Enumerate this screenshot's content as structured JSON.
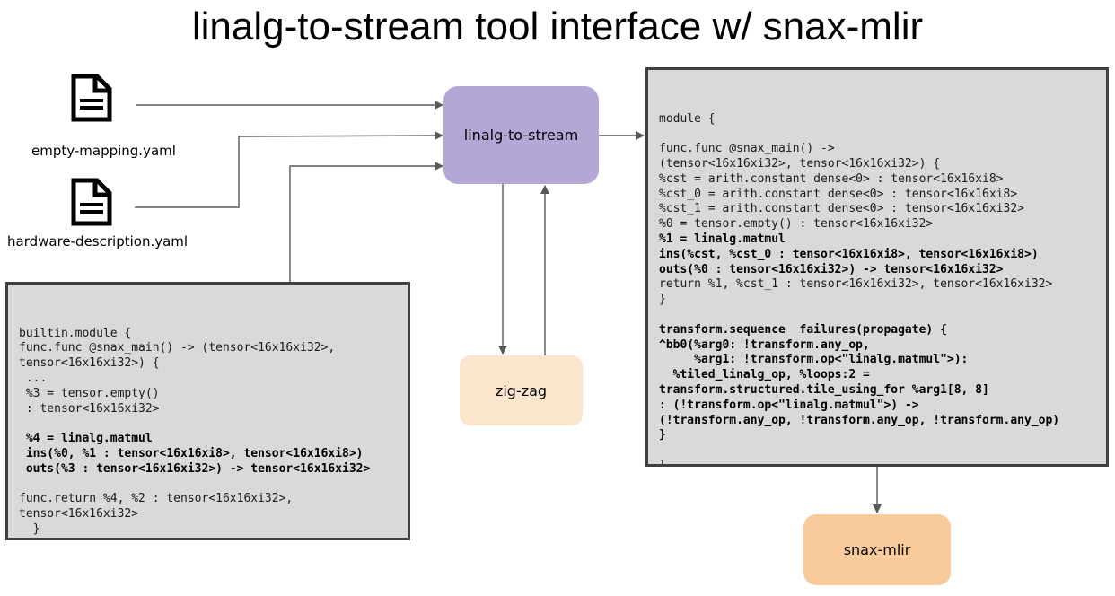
{
  "title": "linalg-to-stream tool interface w/ snax-mlir",
  "files": {
    "mapping": "empty-mapping.yaml",
    "hardware": "hardware-description.yaml",
    "icon": "document-icon"
  },
  "nodes": {
    "linalg_to_stream": {
      "label": "linalg-to-stream",
      "color": "#b4a7d6"
    },
    "zig_zag": {
      "label": "zig-zag",
      "color": "#fce5cd"
    },
    "snax_mlir": {
      "label": "snax-mlir",
      "color": "#f9cb9c"
    }
  },
  "input_code": {
    "lines": [
      {
        "text": "builtin.module {",
        "bold": false
      },
      {
        "text": "func.func @snax_main() -> (tensor<16x16xi32>,",
        "bold": false
      },
      {
        "text": "tensor<16x16xi32>) {",
        "bold": false
      },
      {
        "text": " ...",
        "bold": false
      },
      {
        "text": " %3 = tensor.empty()",
        "bold": false
      },
      {
        "text": " : tensor<16x16xi32>",
        "bold": false
      },
      {
        "text": "",
        "bold": false
      },
      {
        "text": " %4 = linalg.matmul",
        "bold": true
      },
      {
        "text": " ins(%0, %1 : tensor<16x16xi8>, tensor<16x16xi8>)",
        "bold": true
      },
      {
        "text": " outs(%3 : tensor<16x16xi32>) -> tensor<16x16xi32>",
        "bold": true
      },
      {
        "text": "",
        "bold": false
      },
      {
        "text": "func.return %4, %2 : tensor<16x16xi32>,",
        "bold": false
      },
      {
        "text": "tensor<16x16xi32>",
        "bold": false
      },
      {
        "text": "  }",
        "bold": false
      },
      {
        "text": "}",
        "bold": false
      }
    ]
  },
  "output_code": {
    "lines": [
      {
        "text": "module {",
        "bold": false
      },
      {
        "text": "",
        "bold": false
      },
      {
        "text": "func.func @snax_main() ->",
        "bold": false
      },
      {
        "text": "(tensor<16x16xi32>, tensor<16x16xi32>) {",
        "bold": false
      },
      {
        "text": "%cst = arith.constant dense<0> : tensor<16x16xi8>",
        "bold": false
      },
      {
        "text": "%cst_0 = arith.constant dense<0> : tensor<16x16xi8>",
        "bold": false
      },
      {
        "text": "%cst_1 = arith.constant dense<0> : tensor<16x16xi32>",
        "bold": false
      },
      {
        "text": "%0 = tensor.empty() : tensor<16x16xi32>",
        "bold": false
      },
      {
        "text": "%1 = linalg.matmul",
        "bold": true
      },
      {
        "text": "ins(%cst, %cst_0 : tensor<16x16xi8>, tensor<16x16xi8>)",
        "bold": true
      },
      {
        "text": "outs(%0 : tensor<16x16xi32>) -> tensor<16x16xi32>",
        "bold": true
      },
      {
        "text": "return %1, %cst_1 : tensor<16x16xi32>, tensor<16x16xi32>",
        "bold": false
      },
      {
        "text": "}",
        "bold": false
      },
      {
        "text": "",
        "bold": false
      },
      {
        "text": "transform.sequence  failures(propagate) {",
        "bold": true
      },
      {
        "text": "^bb0(%arg0: !transform.any_op,",
        "bold": true
      },
      {
        "text": "     %arg1: !transform.op<\"linalg.matmul\">):",
        "bold": true
      },
      {
        "text": "  %tiled_linalg_op, %loops:2 =",
        "bold": true
      },
      {
        "text": "transform.structured.tile_using_for %arg1[8, 8]",
        "bold": true
      },
      {
        "text": ": (!transform.op<\"linalg.matmul\">) ->",
        "bold": true
      },
      {
        "text": "(!transform.any_op, !transform.any_op, !transform.any_op)",
        "bold": true
      },
      {
        "text": "}",
        "bold": true
      },
      {
        "text": "",
        "bold": false
      },
      {
        "text": "}",
        "bold": false
      }
    ]
  },
  "colors": {
    "code_bg": "#d9d9d9",
    "code_border": "#404040",
    "arrow": "#595959"
  }
}
